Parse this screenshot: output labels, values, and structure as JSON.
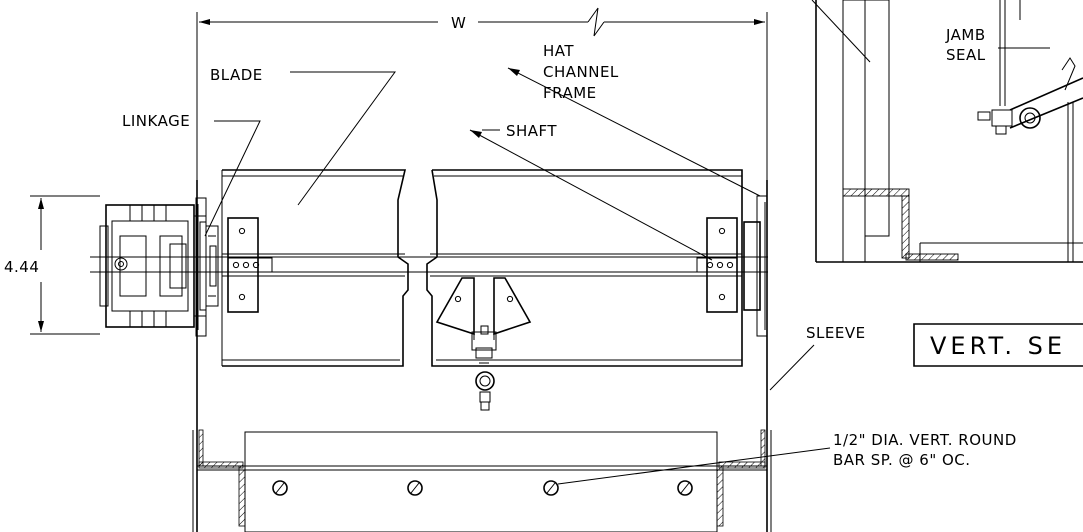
{
  "labels": {
    "width_dim": "W",
    "height_dim": "4.44",
    "blade": "BLADE",
    "linkage": "LINKAGE",
    "hat_channel_1": "HAT",
    "hat_channel_2": "CHANNEL",
    "hat_channel_3": "FRAME",
    "shaft": "SHAFT",
    "sleeve": "SLEEVE",
    "round_bar_1": "1/2\" DIA. VERT. ROUND",
    "round_bar_2": "BAR SP. @ 6\" OC.",
    "jamb_seal_1": "JAMB",
    "jamb_seal_2": "SEAL",
    "section_title": "VERT. SE"
  }
}
